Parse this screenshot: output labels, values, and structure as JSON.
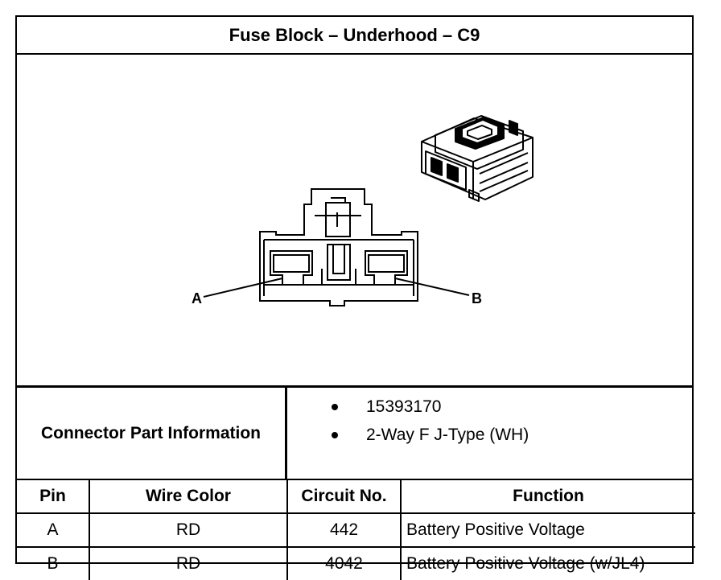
{
  "title": "Fuse Block – Underhood – C9",
  "figure": {
    "label_a": "A",
    "label_b": "B"
  },
  "connector_info": {
    "label": "Connector Part Information",
    "items": [
      "15393170",
      "2-Way F J-Type (WH)"
    ]
  },
  "table": {
    "headers": [
      "Pin",
      "Wire Color",
      "Circuit No.",
      "Function"
    ],
    "rows": [
      [
        "A",
        "RD",
        "442",
        "Battery Positive Voltage"
      ],
      [
        "B",
        "RD",
        "4042",
        "Battery Positive Voltage (w/JL4)"
      ]
    ]
  }
}
